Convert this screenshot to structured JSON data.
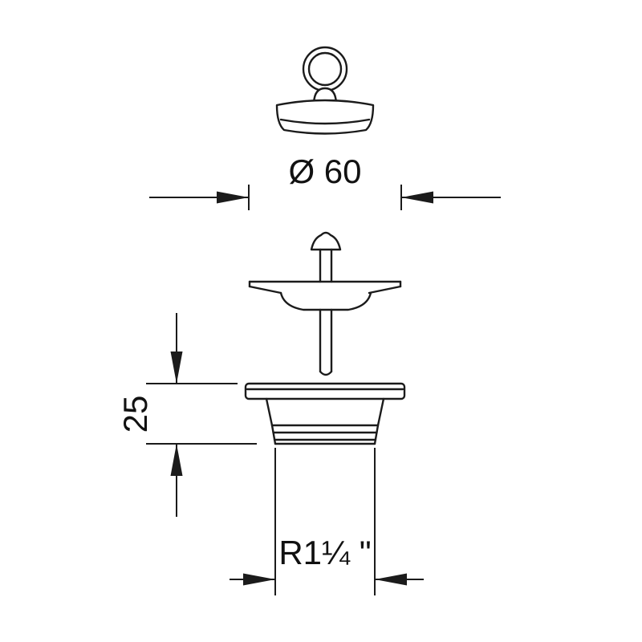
{
  "drawing": {
    "background": "#ffffff",
    "line_color": "#1b1b1b",
    "dimensions": {
      "diameter": "Ø 60",
      "height": "25",
      "thread": "R1¼ \""
    }
  }
}
